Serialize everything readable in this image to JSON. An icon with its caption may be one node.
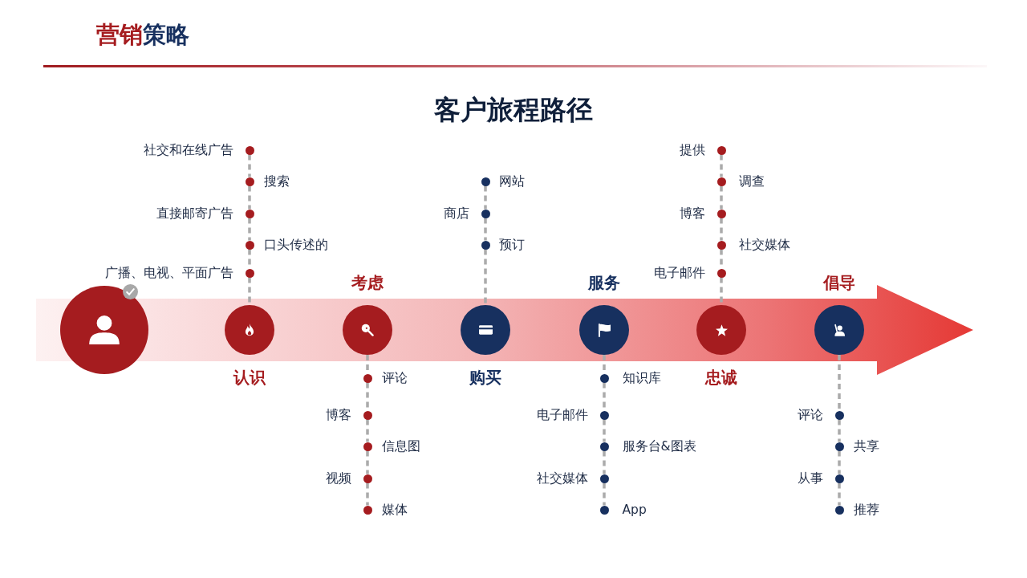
{
  "diagram": {
    "title": "客户旅程路径",
    "nodes": [
      {
        "text": [],
        "shape": "circle"
      },
      {
        "text": [],
        "shape": "circle",
        "beside": [
          "认识"
        ]
      },
      {
        "text": [],
        "shape": "circle",
        "beside": [
          "社交和在线广告"
        ]
      },
      {
        "text": [],
        "shape": "circle",
        "beside": [
          "搜索"
        ]
      },
      {
        "text": [],
        "shape": "circle",
        "beside": [
          "直接邮寄广告"
        ]
      },
      {
        "text": [],
        "shape": "circle",
        "beside": [
          "口头传述的"
        ]
      },
      {
        "text": [],
        "shape": "circle",
        "beside": [
          "广播、电视、平面广告"
        ]
      },
      {
        "text": [],
        "shape": "circle",
        "beside": [
          "考虑"
        ]
      },
      {
        "text": [],
        "shape": "circle",
        "beside": [
          "评论"
        ]
      },
      {
        "text": [],
        "shape": "circle",
        "beside": [
          "博客"
        ]
      },
      {
        "text": [],
        "shape": "circle",
        "beside": [
          "信息图"
        ]
      },
      {
        "text": [],
        "shape": "circle",
        "beside": [
          "视频"
        ]
      },
      {
        "text": [],
        "shape": "circle",
        "beside": [
          "媒体"
        ]
      },
      {
        "text": [],
        "shape": "circle",
        "beside": [
          "购买"
        ]
      },
      {
        "text": [],
        "shape": "circle",
        "beside": [
          "网站"
        ]
      },
      {
        "text": [],
        "shape": "circle",
        "beside": [
          "商店"
        ]
      },
      {
        "text": [],
        "shape": "circle",
        "beside": [
          "预订"
        ]
      },
      {
        "text": [],
        "shape": "circle",
        "beside": [
          "服务"
        ]
      },
      {
        "text": [],
        "shape": "circle",
        "beside": [
          "知识库"
        ]
      },
      {
        "text": [],
        "shape": "circle",
        "beside": [
          "电子邮件"
        ]
      },
      {
        "text": [],
        "shape": "circle",
        "beside": [
          "服务台&图表"
        ]
      },
      {
        "text": [],
        "shape": "circle",
        "beside": [
          "社交媒体"
        ]
      },
      {
        "text": [],
        "shape": "circle",
        "beside": [
          "App"
        ]
      },
      {
        "text": [],
        "shape": "circle",
        "beside": [
          "忠诚"
        ]
      },
      {
        "text": [],
        "shape": "circle",
        "beside": [
          "提供"
        ]
      },
      {
        "text": [],
        "shape": "circle",
        "beside": [
          "调查"
        ]
      },
      {
        "text": [],
        "shape": "circle",
        "beside": [
          "博客"
        ]
      },
      {
        "text": [],
        "shape": "circle",
        "beside": [
          "社交媒体"
        ]
      },
      {
        "text": [],
        "shape": "circle",
        "beside": [
          "电子邮件"
        ]
      },
      {
        "text": [],
        "shape": "circle",
        "beside": [
          "倡导"
        ]
      },
      {
        "text": [],
        "shape": "circle",
        "beside": [
          "评论"
        ]
      },
      {
        "text": [],
        "shape": "circle",
        "beside": [
          "共享"
        ]
      },
      {
        "text": [],
        "shape": "circle",
        "beside": [
          "从事"
        ]
      },
      {
        "text": [],
        "shape": "circle",
        "beside": [
          "推荐"
        ]
      }
    ],
    "edges": [
      {
        "from": 2,
        "to": 3,
        "arrow": "none",
        "style": "dashed"
      },
      {
        "from": 3,
        "to": 4,
        "arrow": "none",
        "style": "dashed"
      },
      {
        "from": 4,
        "to": 5,
        "arrow": "none",
        "style": "dashed"
      },
      {
        "from": 5,
        "to": 6,
        "arrow": "none",
        "style": "dashed"
      },
      {
        "from": 6,
        "to": 1,
        "arrow": "none",
        "style": "dashed"
      },
      {
        "from": 7,
        "to": 8,
        "arrow": "none",
        "style": "dashed"
      },
      {
        "from": 8,
        "to": 9,
        "arrow": "none",
        "style": "dashed"
      },
      {
        "from": 9,
        "to": 10,
        "arrow": "none",
        "style": "dashed"
      },
      {
        "from": 10,
        "to": 11,
        "arrow": "none",
        "style": "dashed"
      },
      {
        "from": 11,
        "to": 12,
        "arrow": "none",
        "style": "dashed"
      },
      {
        "from": 14,
        "to": 15,
        "arrow": "none",
        "style": "dashed"
      },
      {
        "from": 15,
        "to": 16,
        "arrow": "none",
        "style": "dashed"
      },
      {
        "from": 16,
        "to": 13,
        "arrow": "none",
        "style": "dashed"
      },
      {
        "from": 17,
        "to": 18,
        "arrow": "none",
        "style": "dashed"
      },
      {
        "from": 18,
        "to": 19,
        "arrow": "none",
        "style": "dashed"
      },
      {
        "from": 19,
        "to": 20,
        "arrow": "none",
        "style": "dashed"
      },
      {
        "from": 20,
        "to": 21,
        "arrow": "none",
        "style": "dashed"
      },
      {
        "from": 21,
        "to": 22,
        "arrow": "none",
        "style": "dashed"
      },
      {
        "from": 24,
        "to": 25,
        "arrow": "none",
        "style": "dashed"
      },
      {
        "from": 25,
        "to": 26,
        "arrow": "none",
        "style": "dashed"
      },
      {
        "from": 26,
        "to": 27,
        "arrow": "none",
        "style": "dashed"
      },
      {
        "from": 27,
        "to": 28,
        "arrow": "none",
        "style": "dashed"
      },
      {
        "from": 28,
        "to": 23,
        "arrow": "none",
        "style": "dashed"
      },
      {
        "from": 29,
        "to": 30,
        "arrow": "none",
        "style": "dashed"
      },
      {
        "from": 30,
        "to": 31,
        "arrow": "none",
        "style": "dashed"
      },
      {
        "from": 31,
        "to": 32,
        "arrow": "none",
        "style": "dashed"
      },
      {
        "from": 32,
        "to": 33,
        "arrow": "none",
        "style": "dashed"
      }
    ],
    "labels": [
      "营销策略"
    ]
  }
}
